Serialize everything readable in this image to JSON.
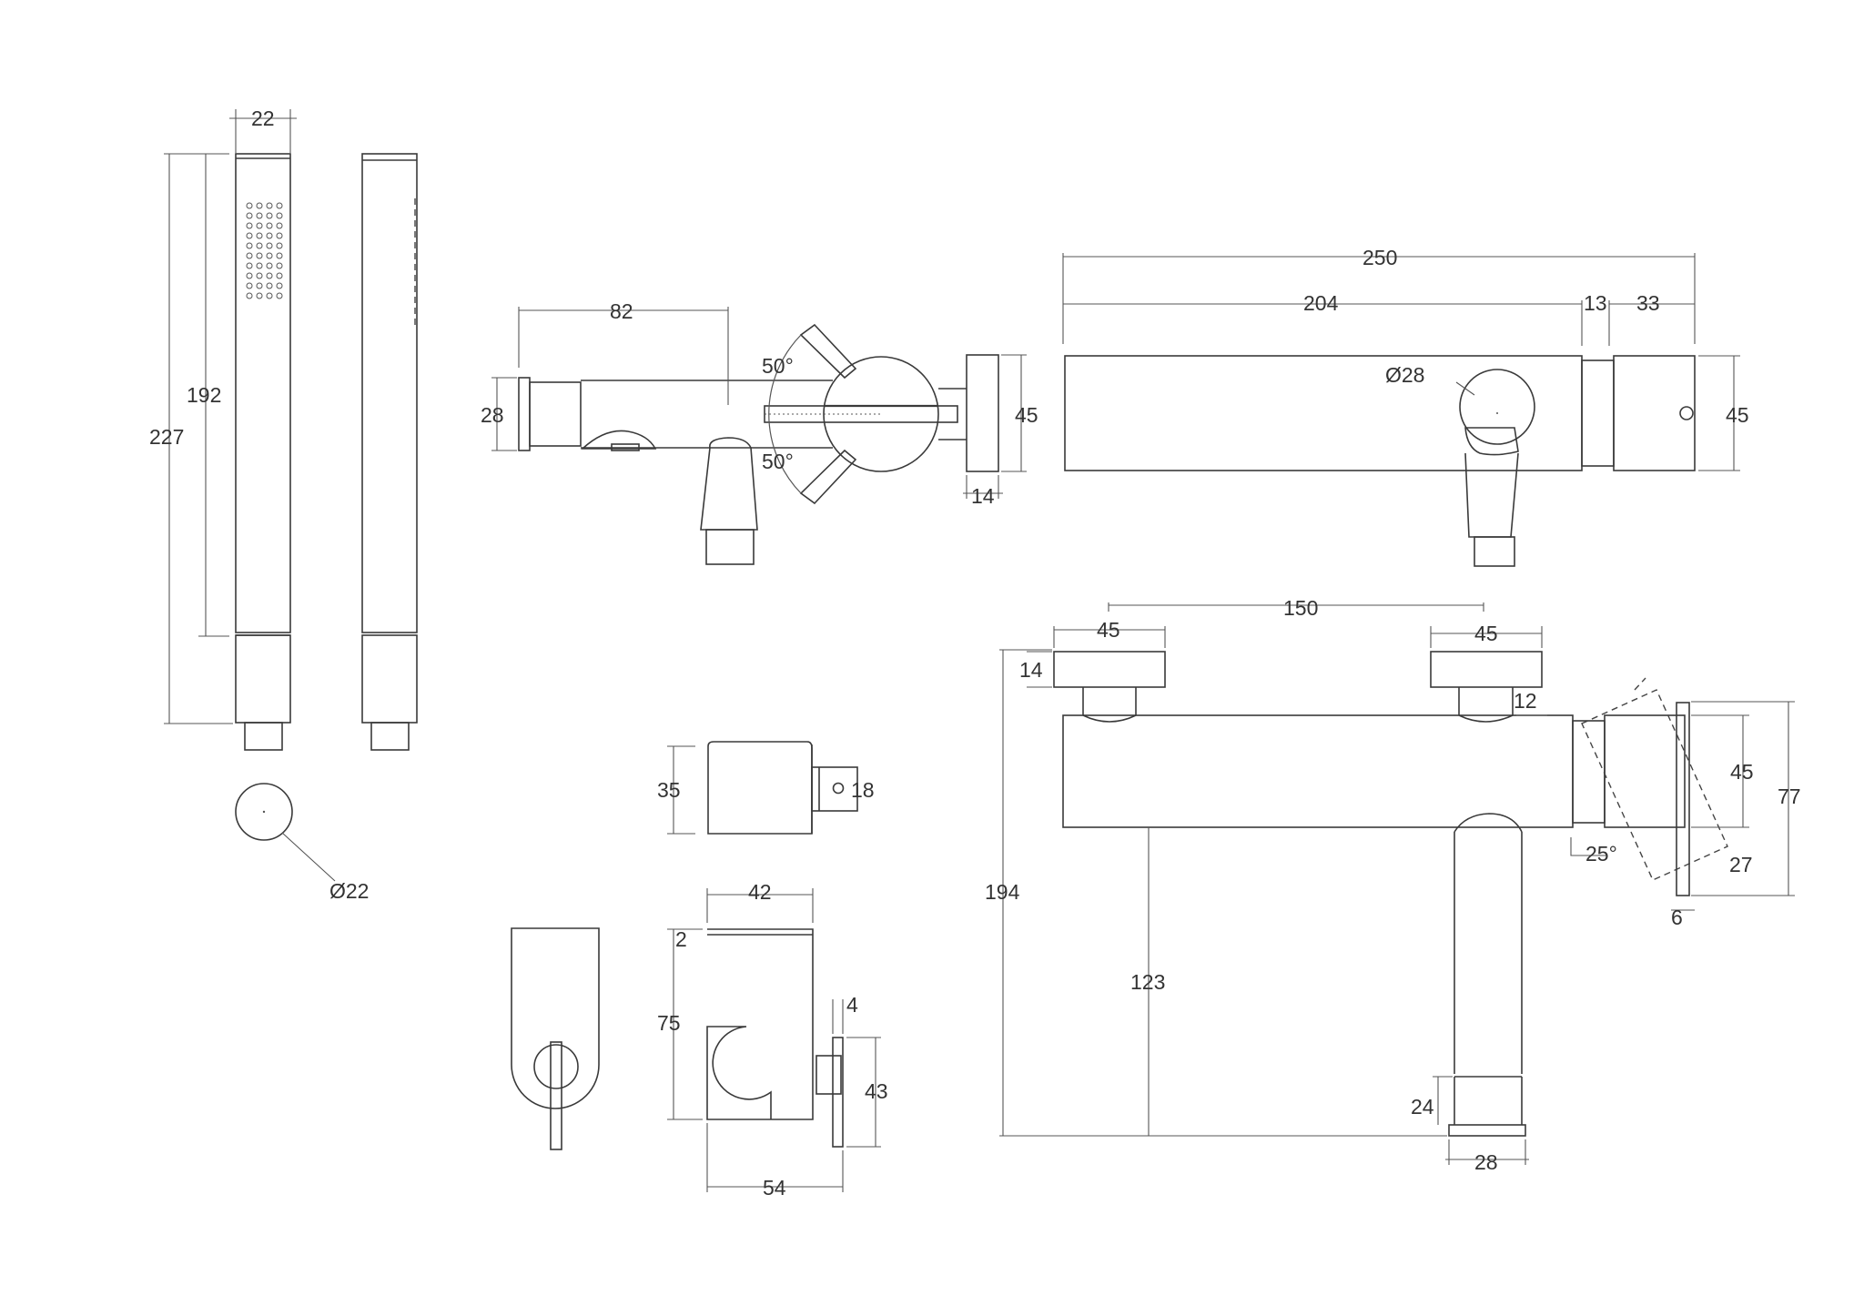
{
  "labels": {
    "hs_width": "22",
    "hs_handle_len": "192",
    "hs_total_len": "227",
    "hs_diam": "Ø22",
    "side_spout_len": "82",
    "side_spout_h": "28",
    "side_angle_top": "50°",
    "side_angle_bot": "50°",
    "side_h": "45",
    "side_knob_d": "14",
    "front_total": "250",
    "front_body": "204",
    "front_gap": "13",
    "front_knob": "33",
    "front_lever_d": "Ø28",
    "front_h": "45",
    "top_span": "150",
    "top_left_w": "45",
    "top_right_w": "45",
    "top_knob_h": "14",
    "top_neck": "12",
    "top_total_h": "194",
    "top_spout_len": "123",
    "top_nozzle_h": "24",
    "top_nozzle_w": "28",
    "top_knob_h2": "45",
    "top_overall": "77",
    "top_angle": "25°",
    "top_lever_off": "27",
    "top_lever_w": "6",
    "holder_h": "35",
    "holder_knob": "18",
    "bracket_w": "42",
    "bracket_t": "2",
    "bracket_h": "75",
    "bracket_plate": "4",
    "bracket_base_h": "43",
    "bracket_depth": "54"
  }
}
